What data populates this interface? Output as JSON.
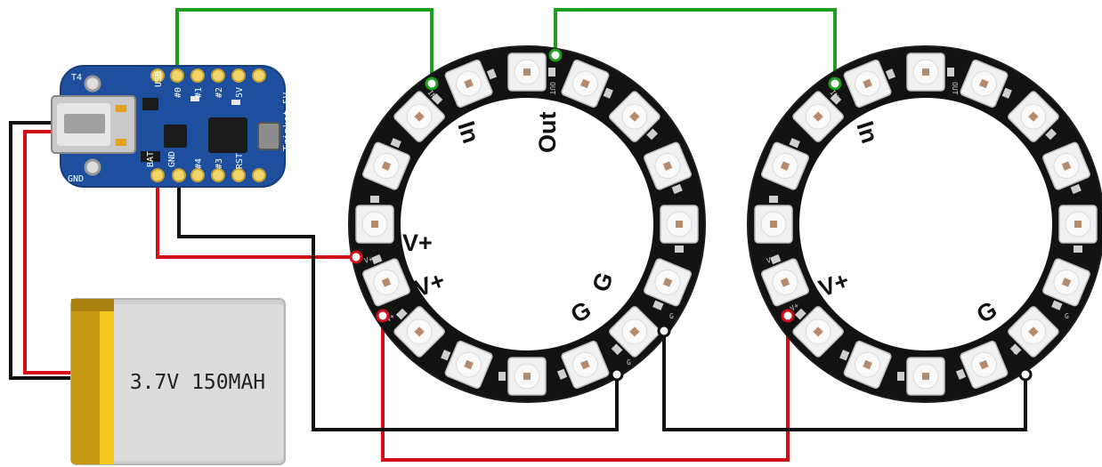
{
  "battery": {
    "label": "3.7V 150MAH"
  },
  "trinket": {
    "name": "Trinket 5V",
    "pins_top": [
      "USB",
      "#0",
      "#1",
      "#2",
      "5V"
    ],
    "pins_bottom": [
      "BAT",
      "GND",
      "#4",
      "#3",
      "RST"
    ],
    "corner_labels": [
      "T4",
      "GND"
    ]
  },
  "ring1": {
    "labels": {
      "din": "In",
      "dout": "Out",
      "vplus_a": "V+",
      "vplus_b": "V+",
      "gnd_a": "G",
      "gnd_b": "G"
    },
    "pad_labels": {
      "din": "IN",
      "dout": "OUT",
      "pwr_a": "V+",
      "pwr_b": "V+",
      "gnd_a": "G",
      "gnd_b": "G"
    }
  },
  "ring2": {
    "labels": {
      "din": "In",
      "vplus": "V+",
      "gnd": "G"
    },
    "pad_labels": {
      "din": "IN",
      "dout": "OUT",
      "pwr_a": "V+",
      "pwr_b": "V+",
      "gnd_a": "G",
      "gnd_b": "G"
    }
  },
  "colors": {
    "data_wire": "#1e9e1e",
    "power_wire": "#d01018",
    "ground_wire": "#111111",
    "pcb_ring": "#111111",
    "trinket_board": "#1d4f9e",
    "battery_wrap": "#d8b020",
    "battery_body": "#d6d6d6"
  }
}
